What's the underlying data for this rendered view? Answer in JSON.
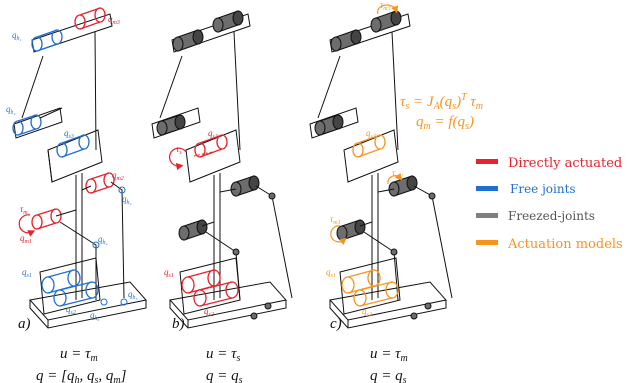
{
  "panels": [
    {
      "label": "a)",
      "joint_labels": [
        "q_{h_1}",
        "q_{m3}",
        "q_{h_2}",
        "q_{s3}",
        "q_{m2}",
        "q_{h_3}",
        "τ_{m_1}",
        "q_{m1}",
        "q_{h_4}",
        "q_{s1}",
        "q_{h_5}",
        "q_{s2}",
        "q_{h_6}"
      ],
      "eq_u": "u = τm",
      "eq_q": "q = [qh, qs, qm]"
    },
    {
      "label": "b)",
      "joint_labels": [
        "q_{s3}",
        "τ_{s}",
        "q_{s1}",
        "q_{s2}"
      ],
      "eq_u": "u = τs",
      "eq_q": "q = qs"
    },
    {
      "label": "c)",
      "joint_labels": [
        "τ_{m3}",
        "q_{s3}",
        "τ_{m2}",
        "τ_{m1}",
        "q_{s1}",
        "q_{s2}"
      ],
      "eq_u": "u = τm",
      "eq_q": "q = qs",
      "formula_line1": "τs = JA(qs)T τm",
      "formula_line2": "qm = f(qs)"
    }
  ],
  "legend": [
    {
      "label": "Directly actuated",
      "color": "#e8212b"
    },
    {
      "label": "Free joints",
      "color": "#1f6fd1"
    },
    {
      "label": "Freezed-joints",
      "color": "#808080"
    },
    {
      "label": "Actuation models",
      "color": "#f7941d"
    }
  ],
  "colors": {
    "actuated": "#e8212b",
    "free": "#1f6fd1",
    "frozen": "#6d6d6d",
    "model": "#f7941d",
    "ink": "#111111"
  }
}
